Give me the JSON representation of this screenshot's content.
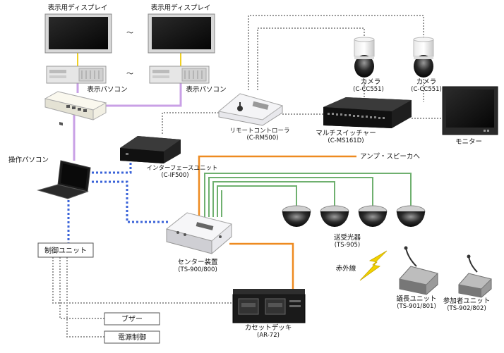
{
  "labels": {
    "display1": "表示用ディスプレイ",
    "display2": "表示用ディスプレイ",
    "tilde1": "～",
    "tilde2": "～",
    "pc1": "表示パソコン",
    "pc2": "表示パソコン",
    "operation_pc": "操作パソコン",
    "interface_unit": "インターフェースユニット",
    "interface_unit_model": "(C-IF500)",
    "remote": "リモートコントローラ",
    "remote_model": "(C-RM500)",
    "switcher": "マルチスイッチャー",
    "switcher_model": "(C-MS161D)",
    "camera1": "カメラ",
    "camera1_model": "(C-CC551)",
    "camera2": "カメラ",
    "camera2_model": "(C-CC551)",
    "monitor": "モニター",
    "amp": "アンプ・スピーカへ",
    "center": "センター装置",
    "center_model": "(TS-900/800)",
    "transceiver": "送受光器",
    "transceiver_model": "(TS-905)",
    "infrared": "赤外線",
    "chair": "議長ユニット",
    "chair_model": "(TS-901/801)",
    "delegate": "参加者ユニット",
    "delegate_model": "(TS-902/802)",
    "cassette": "カセットデッキ",
    "cassette_model": "(AR-72)",
    "control_unit": "制御ユニット",
    "buzzer": "ブザー",
    "power_control": "電源制御"
  },
  "colors": {
    "lan_purple": "#c9a0e6",
    "display_yellow": "#f0d020",
    "rs232_blue": "#3a63d8",
    "audio_orange": "#ee8a20",
    "ir_green": "#6fb06f",
    "video_gray": "#9a9a9a",
    "lightning": "#f2d200"
  }
}
